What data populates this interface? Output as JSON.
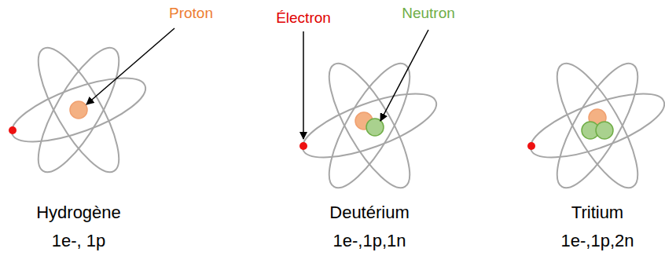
{
  "diagram": {
    "labels": [
      "Proton",
      "Électron",
      "Neutron",
      "Hydrogène",
      "1e-, 1p",
      "Deutérium",
      "1e-,1p,1n",
      "Tritium",
      "1e-,1p,2n"
    ]
  }
}
